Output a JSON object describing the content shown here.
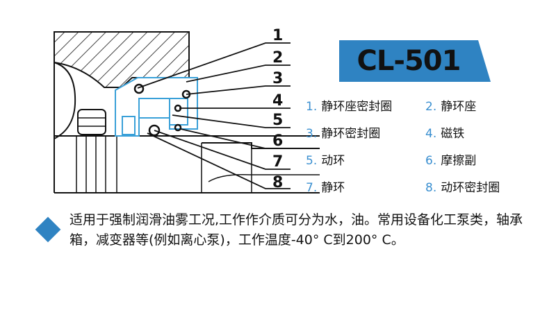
{
  "title": "CL-501",
  "colors": {
    "accent": "#2f83c2",
    "part_outline": "#39a0d8",
    "number": "#3a8fd0",
    "text": "#111111"
  },
  "callouts": [
    "1",
    "2",
    "3",
    "4",
    "5",
    "6",
    "7",
    "8"
  ],
  "legend": [
    {
      "num": "1.",
      "label": "静环座密封圈"
    },
    {
      "num": "2.",
      "label": "静环座"
    },
    {
      "num": "3.",
      "label": "静环密封圈"
    },
    {
      "num": "4.",
      "label": "磁铁"
    },
    {
      "num": "5.",
      "label": "动环"
    },
    {
      "num": "6.",
      "label": "摩擦副"
    },
    {
      "num": "7.",
      "label": "静环"
    },
    {
      "num": "8.",
      "label": "动环密封圈"
    }
  ],
  "description": "适用于强制润滑油雾工况,工作作介质可分为水，油。常用设备化工泵类，轴承箱，减变器等(例如离心泵)，工作温度-40° C到200° C。"
}
